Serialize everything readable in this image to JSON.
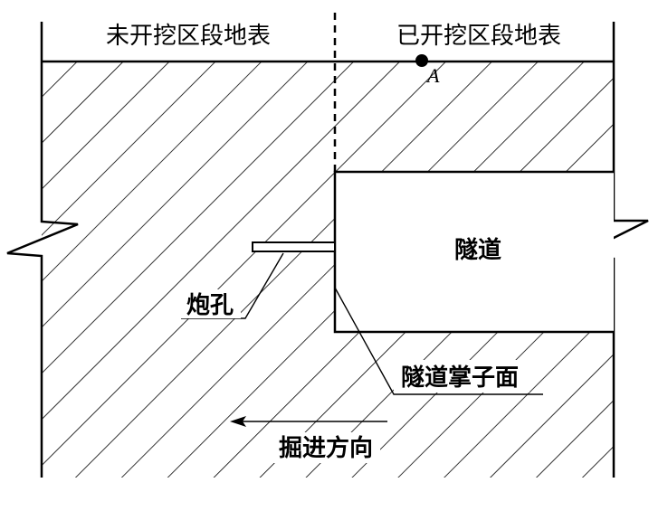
{
  "labels": {
    "unexcavated_surface": "未开挖区段地表",
    "excavated_surface": "已开挖区段地表",
    "point_a": "A",
    "tunnel": "隧道",
    "blast_hole": "炮孔",
    "tunnel_face": "隧道掌子面",
    "excavation_direction": "掘进方向"
  }
}
